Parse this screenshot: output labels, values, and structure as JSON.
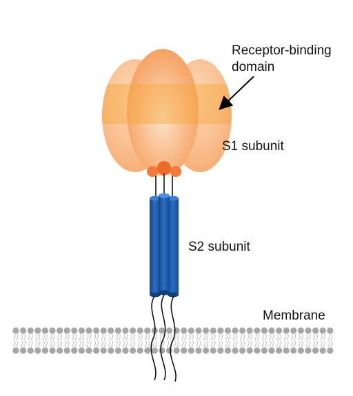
{
  "labels": {
    "rbd_line1": "Receptor-binding",
    "rbd_line2": "domain",
    "s1": "S1 subunit",
    "s2": "S2 subunit",
    "membrane": "Membrane"
  },
  "colors": {
    "s1_light": "#FCE1C3",
    "s1_mid": "#F8B07A",
    "s1_dark": "#F38A3C",
    "rbd_band": "#F7B33A",
    "s2_blue": "#1F5FAF",
    "s2_dark": "#123F7A",
    "membrane_head": "#A6A6A6",
    "membrane_tail": "#BDBDBD"
  }
}
